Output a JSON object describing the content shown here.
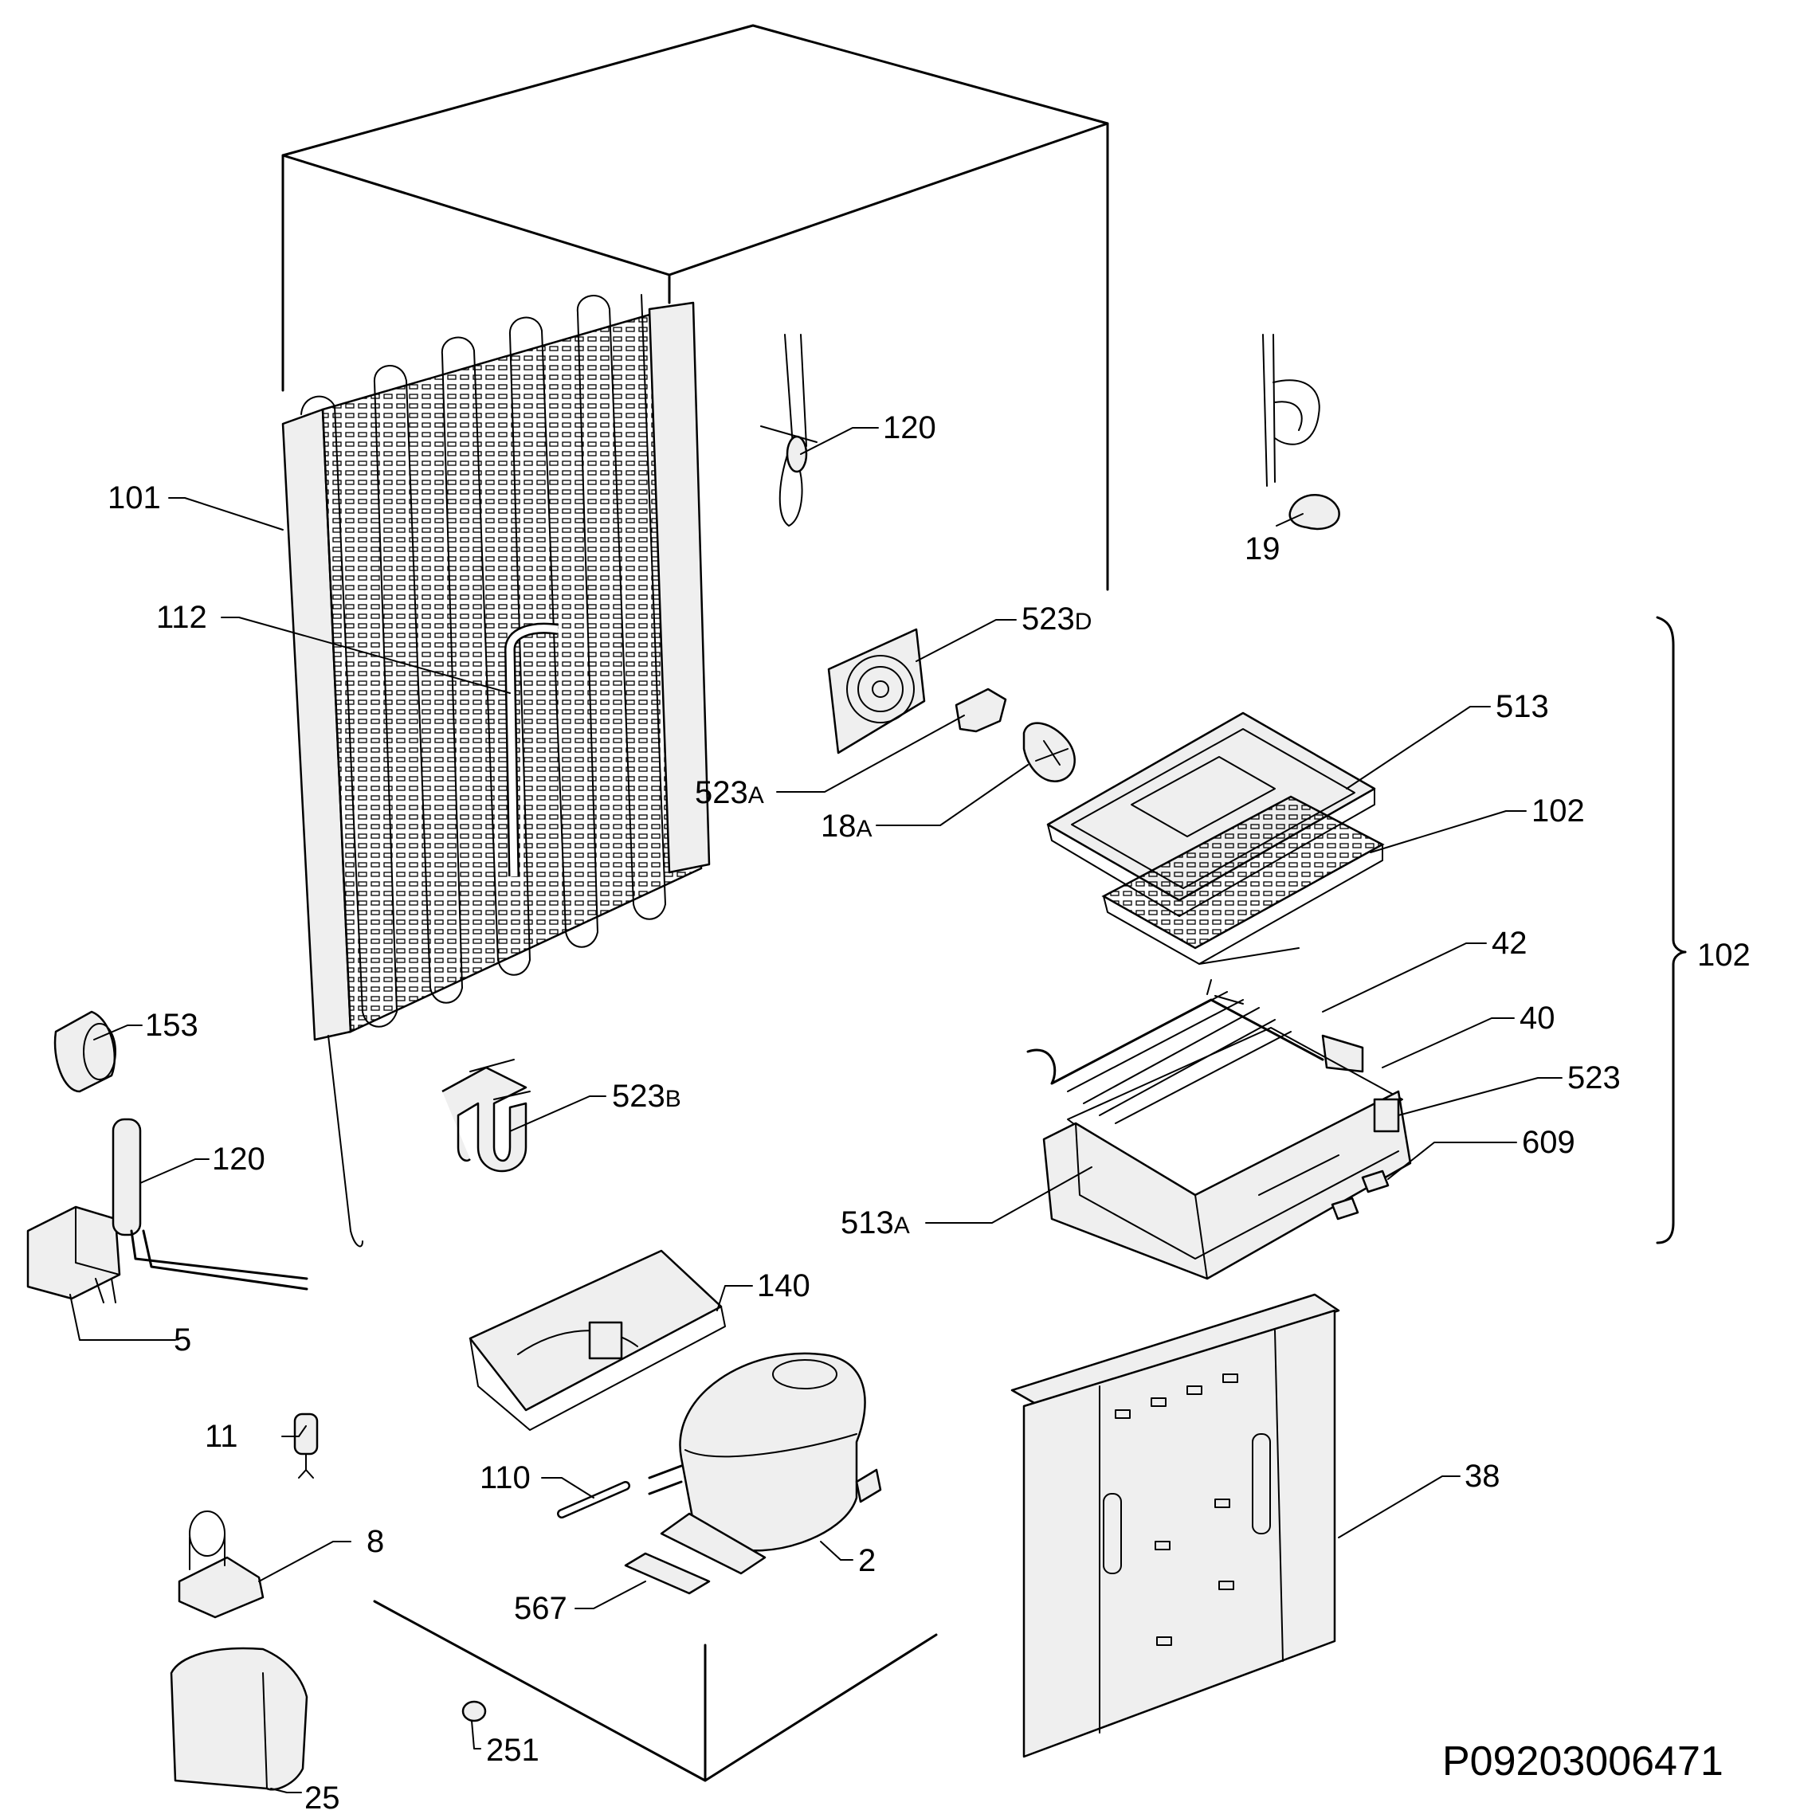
{
  "drawing_code": "P09203006471",
  "callouts": {
    "c101": "101",
    "c112": "112",
    "c120_top": "120",
    "c19": "19",
    "c523d": "523",
    "c523d_suffix": "D",
    "c523a": "523",
    "c523a_suffix": "A",
    "c18a": "18",
    "c18a_suffix": "A",
    "c513": "513",
    "c102_part": "102",
    "c102_group": "102",
    "c42": "42",
    "c40": "40",
    "c523": "523",
    "c609": "609",
    "c513a": "513",
    "c513a_suffix": "A",
    "c153": "153",
    "c523b": "523",
    "c523b_suffix": "B",
    "c120_bottom": "120",
    "c5": "5",
    "c140": "140",
    "c11": "11",
    "c110": "110",
    "c2": "2",
    "c38": "38",
    "c8": "8",
    "c567": "567",
    "c251": "251",
    "c25": "25"
  }
}
